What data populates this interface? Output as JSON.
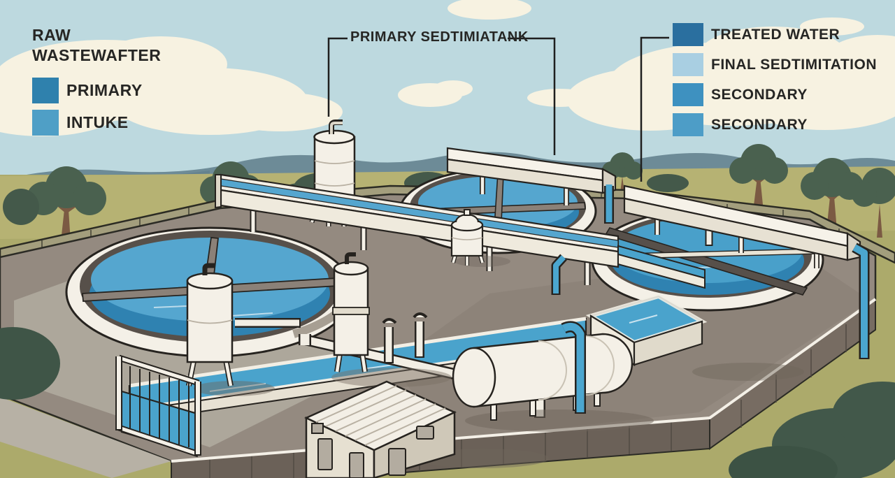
{
  "callout": {
    "primary_tank_label": "PRIMARY SEDTIMIATANK"
  },
  "legend_left": {
    "heading_line1": "RAW",
    "heading_line2": "WASTEWAFTER",
    "items": [
      {
        "label": "PRIMARY",
        "color": "#2f81ad"
      },
      {
        "label": "INTUKE",
        "color": "#4f9fc6"
      }
    ]
  },
  "legend_right": {
    "items": [
      {
        "label": "TREATED WATER",
        "color": "#2a6f9f"
      },
      {
        "label": "FINAL SEDTIMITATION",
        "color": "#a9cfe2"
      },
      {
        "label": "SECONDARY",
        "color": "#3e91c0"
      },
      {
        "label": "SECONDARY",
        "color": "#4d9dc7"
      }
    ]
  },
  "palette": {
    "sky": "#bdd9df",
    "cloud": "#f7f2e1",
    "hills": "#6d8b97",
    "grass": "#acaa6b",
    "field": "#b6b273",
    "water": "#4aa3cc",
    "tank_water_light": "#55a6cf",
    "tank_water_dark": "#2f82b1",
    "structure_white": "#f4f0e7",
    "ground": "#948a80",
    "pipe_blue": "#4ba6cf",
    "outline": "#26231f",
    "text": "#262624"
  }
}
